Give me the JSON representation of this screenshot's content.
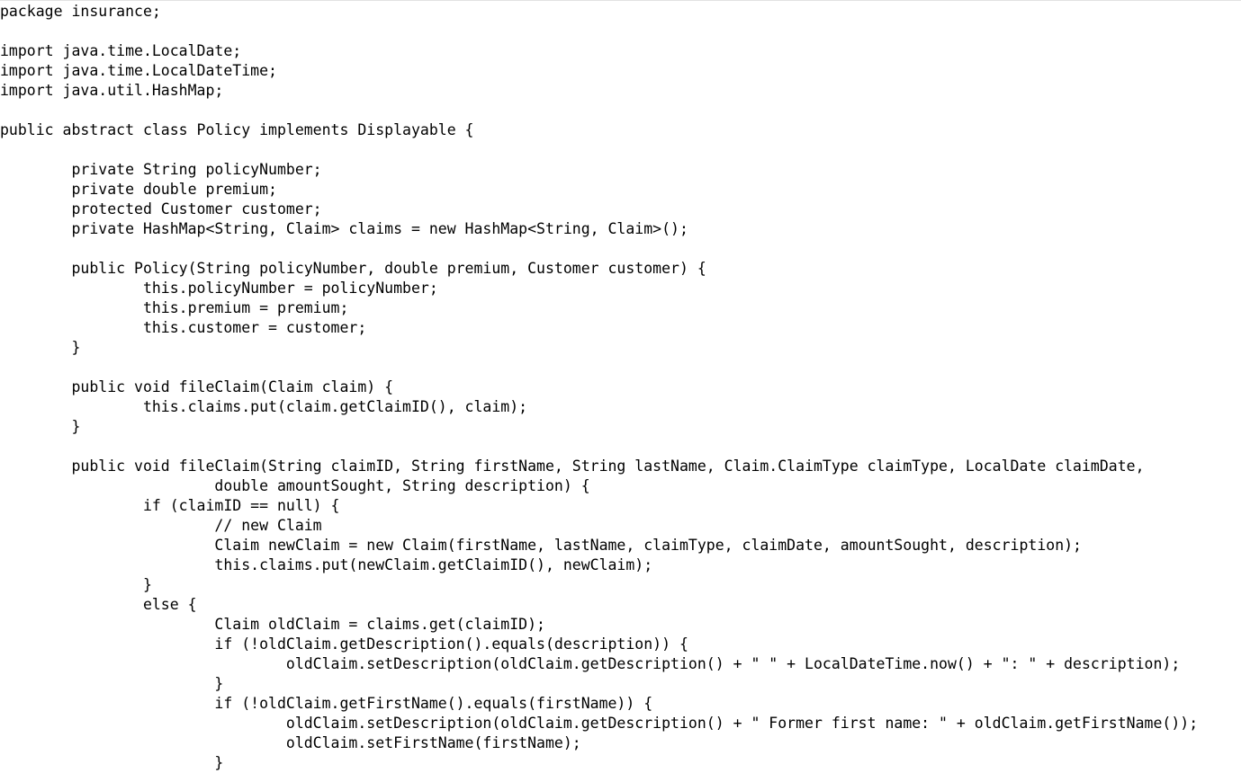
{
  "file": {
    "lines": [
      "package insurance;",
      "",
      "import java.time.LocalDate;",
      "import java.time.LocalDateTime;",
      "import java.util.HashMap;",
      "",
      "public abstract class Policy implements Displayable {",
      "",
      "        private String policyNumber;",
      "        private double premium;",
      "        protected Customer customer;",
      "        private HashMap<String, Claim> claims = new HashMap<String, Claim>();",
      "",
      "        public Policy(String policyNumber, double premium, Customer customer) {",
      "                this.policyNumber = policyNumber;",
      "                this.premium = premium;",
      "                this.customer = customer;",
      "        }",
      "",
      "        public void fileClaim(Claim claim) {",
      "                this.claims.put(claim.getClaimID(), claim);",
      "        }",
      "",
      "        public void fileClaim(String claimID, String firstName, String lastName, Claim.ClaimType claimType, LocalDate claimDate,",
      "                        double amountSought, String description) {",
      "                if (claimID == null) {",
      "                        // new Claim",
      "                        Claim newClaim = new Claim(firstName, lastName, claimType, claimDate, amountSought, description);",
      "                        this.claims.put(newClaim.getClaimID(), newClaim);",
      "                }",
      "                else {",
      "                        Claim oldClaim = claims.get(claimID);",
      "                        if (!oldClaim.getDescription().equals(description)) {",
      "                                oldClaim.setDescription(oldClaim.getDescription() + \" \" + LocalDateTime.now() + \": \" + description);",
      "                        }",
      "                        if (!oldClaim.getFirstName().equals(firstName)) {",
      "                                oldClaim.setDescription(oldClaim.getDescription() + \" Former first name: \" + oldClaim.getFirstName());",
      "                                oldClaim.setFirstName(firstName);",
      "                        }"
    ]
  }
}
